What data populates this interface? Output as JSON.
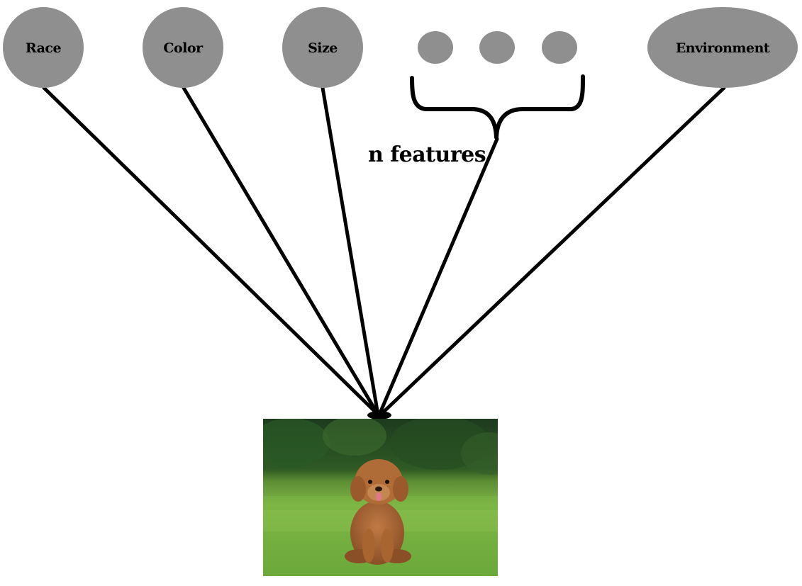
{
  "colors": {
    "node_fill": "#8f8f8f",
    "edge": "#000000",
    "background": "#ffffff"
  },
  "diagram": {
    "nodes": [
      {
        "id": "race",
        "label": "Race"
      },
      {
        "id": "color",
        "label": "Color"
      },
      {
        "id": "size",
        "label": "Size"
      },
      {
        "id": "environment",
        "label": "Environment"
      }
    ],
    "ellipsis_dots": 3,
    "brace_caption": "n features",
    "target": {
      "icon": "poodle-photo",
      "subject": "dog"
    }
  }
}
